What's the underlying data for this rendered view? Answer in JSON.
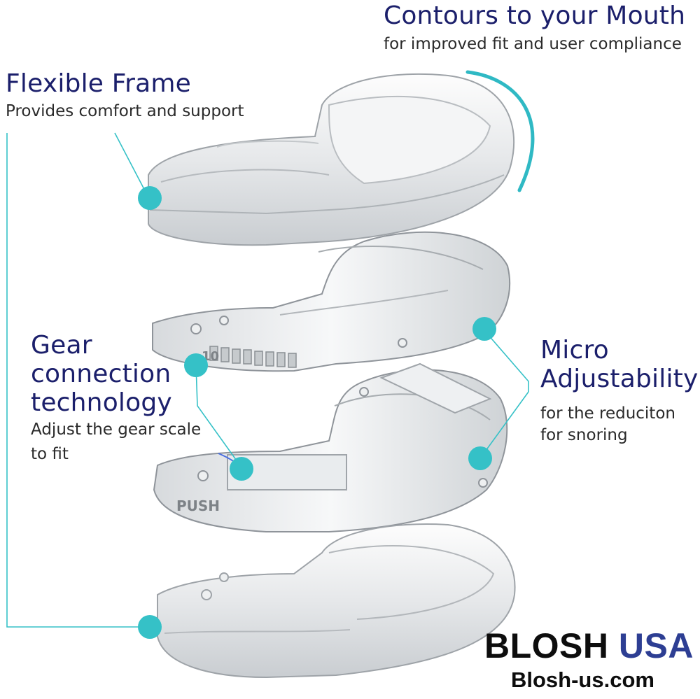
{
  "callouts": {
    "contours": {
      "title": "Contours to your Mouth",
      "subtitle": "for improved fit and user compliance"
    },
    "flexible_frame": {
      "title": "Flexible Frame",
      "subtitle": "Provides comfort and support"
    },
    "gear": {
      "title_lines": [
        "Gear",
        "connection",
        "technology"
      ],
      "subtitle_lines": [
        "Adjust the gear scale",
        "to fit"
      ]
    },
    "micro": {
      "title_lines": [
        "Micro",
        "Adjustability"
      ],
      "subtitle_lines": [
        "for the reduciton",
        "for snoring"
      ]
    }
  },
  "engravings": {
    "tray_upper": "10",
    "tray_lower": "PUSH"
  },
  "brand": {
    "name": "BLOSH",
    "region": "USA",
    "url": "Blosh-us.com"
  },
  "colors": {
    "accent": "#35c1c7",
    "heading": "#1b1f6b",
    "brand_blue": "#2d3e93"
  }
}
